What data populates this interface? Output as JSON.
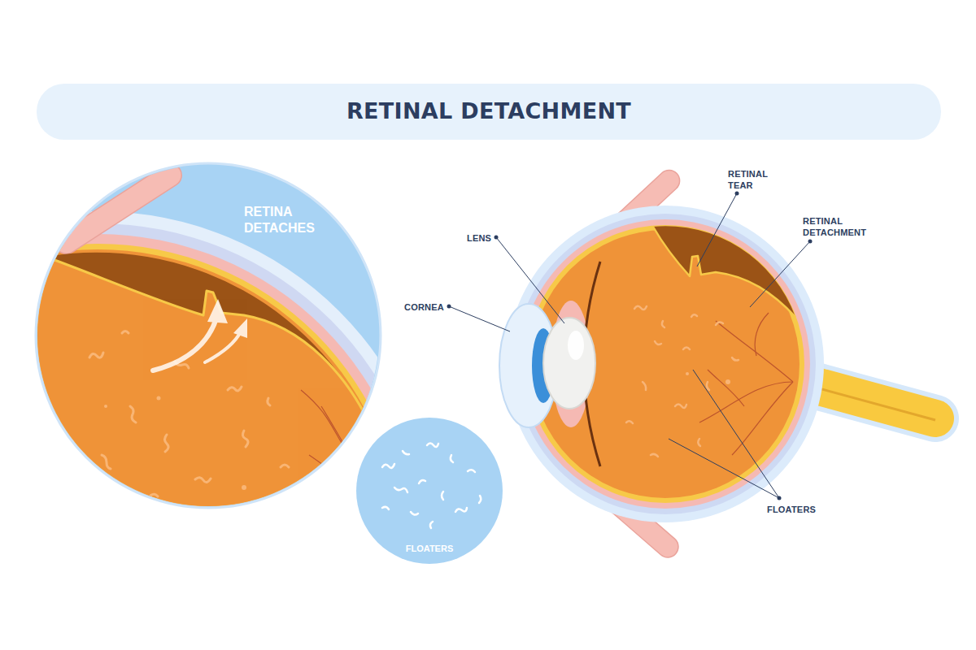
{
  "diagram": {
    "title": "RETINAL DETACHMENT",
    "nodes": [
      {
        "text": [
          "RETINA DETACHES"
        ]
      },
      {
        "text": [
          "FLOATERS"
        ]
      }
    ],
    "labels": [
      "RETINAL TEAR",
      "RETINAL DETACHMENT",
      "LENS",
      "CORNEA",
      "FLOATERS"
    ]
  }
}
